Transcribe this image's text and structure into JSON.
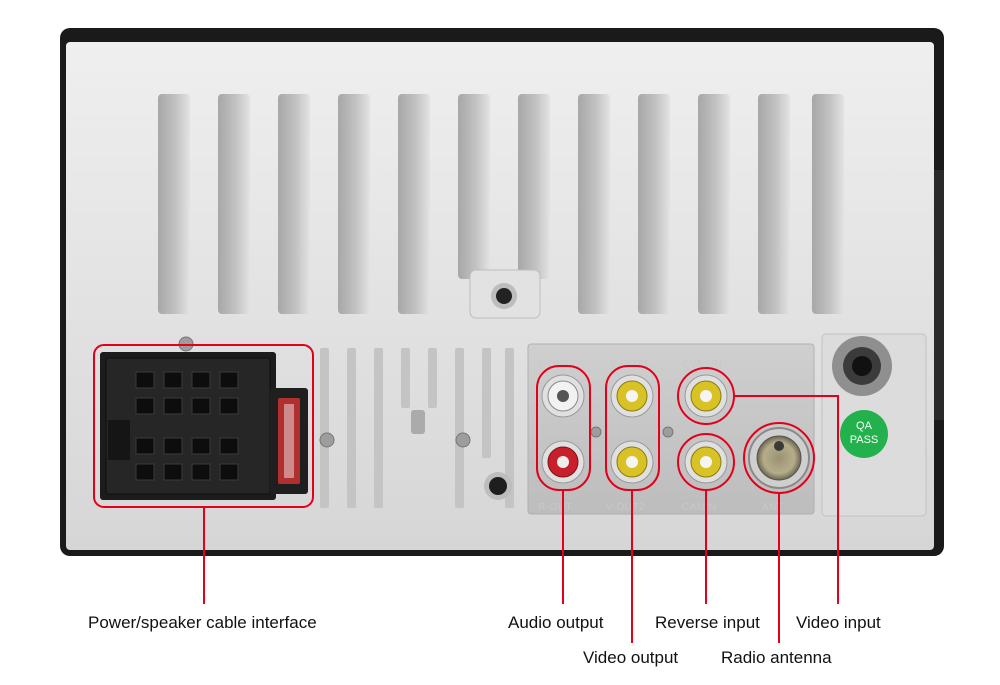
{
  "panel": {
    "jack_labels": {
      "l_out": "L-OUT",
      "v_out1": "V-OUT1",
      "cvbs_in": "CVBSIN",
      "r_out": "R-OUT",
      "v_out2": "V-OUT2",
      "cam_in": "CAMIN",
      "ant": "ANT"
    },
    "qa_badge": {
      "line1": "QA",
      "line2": "PASS"
    }
  },
  "callouts": {
    "power_speaker": "Power/speaker cable interface",
    "audio_output": "Audio output",
    "video_output": "Video output",
    "reverse_input": "Reverse input",
    "radio_antenna": "Radio antenna",
    "video_input": "Video input"
  },
  "colors": {
    "callout_red": "#e3001b",
    "panel_silver": "#d8d8d8",
    "housing_black": "#1a1a1a",
    "rca_yellow": "#d9c225",
    "rca_white": "#f2f2f2",
    "rca_red": "#c8202a",
    "qa_green": "#22b14c"
  }
}
